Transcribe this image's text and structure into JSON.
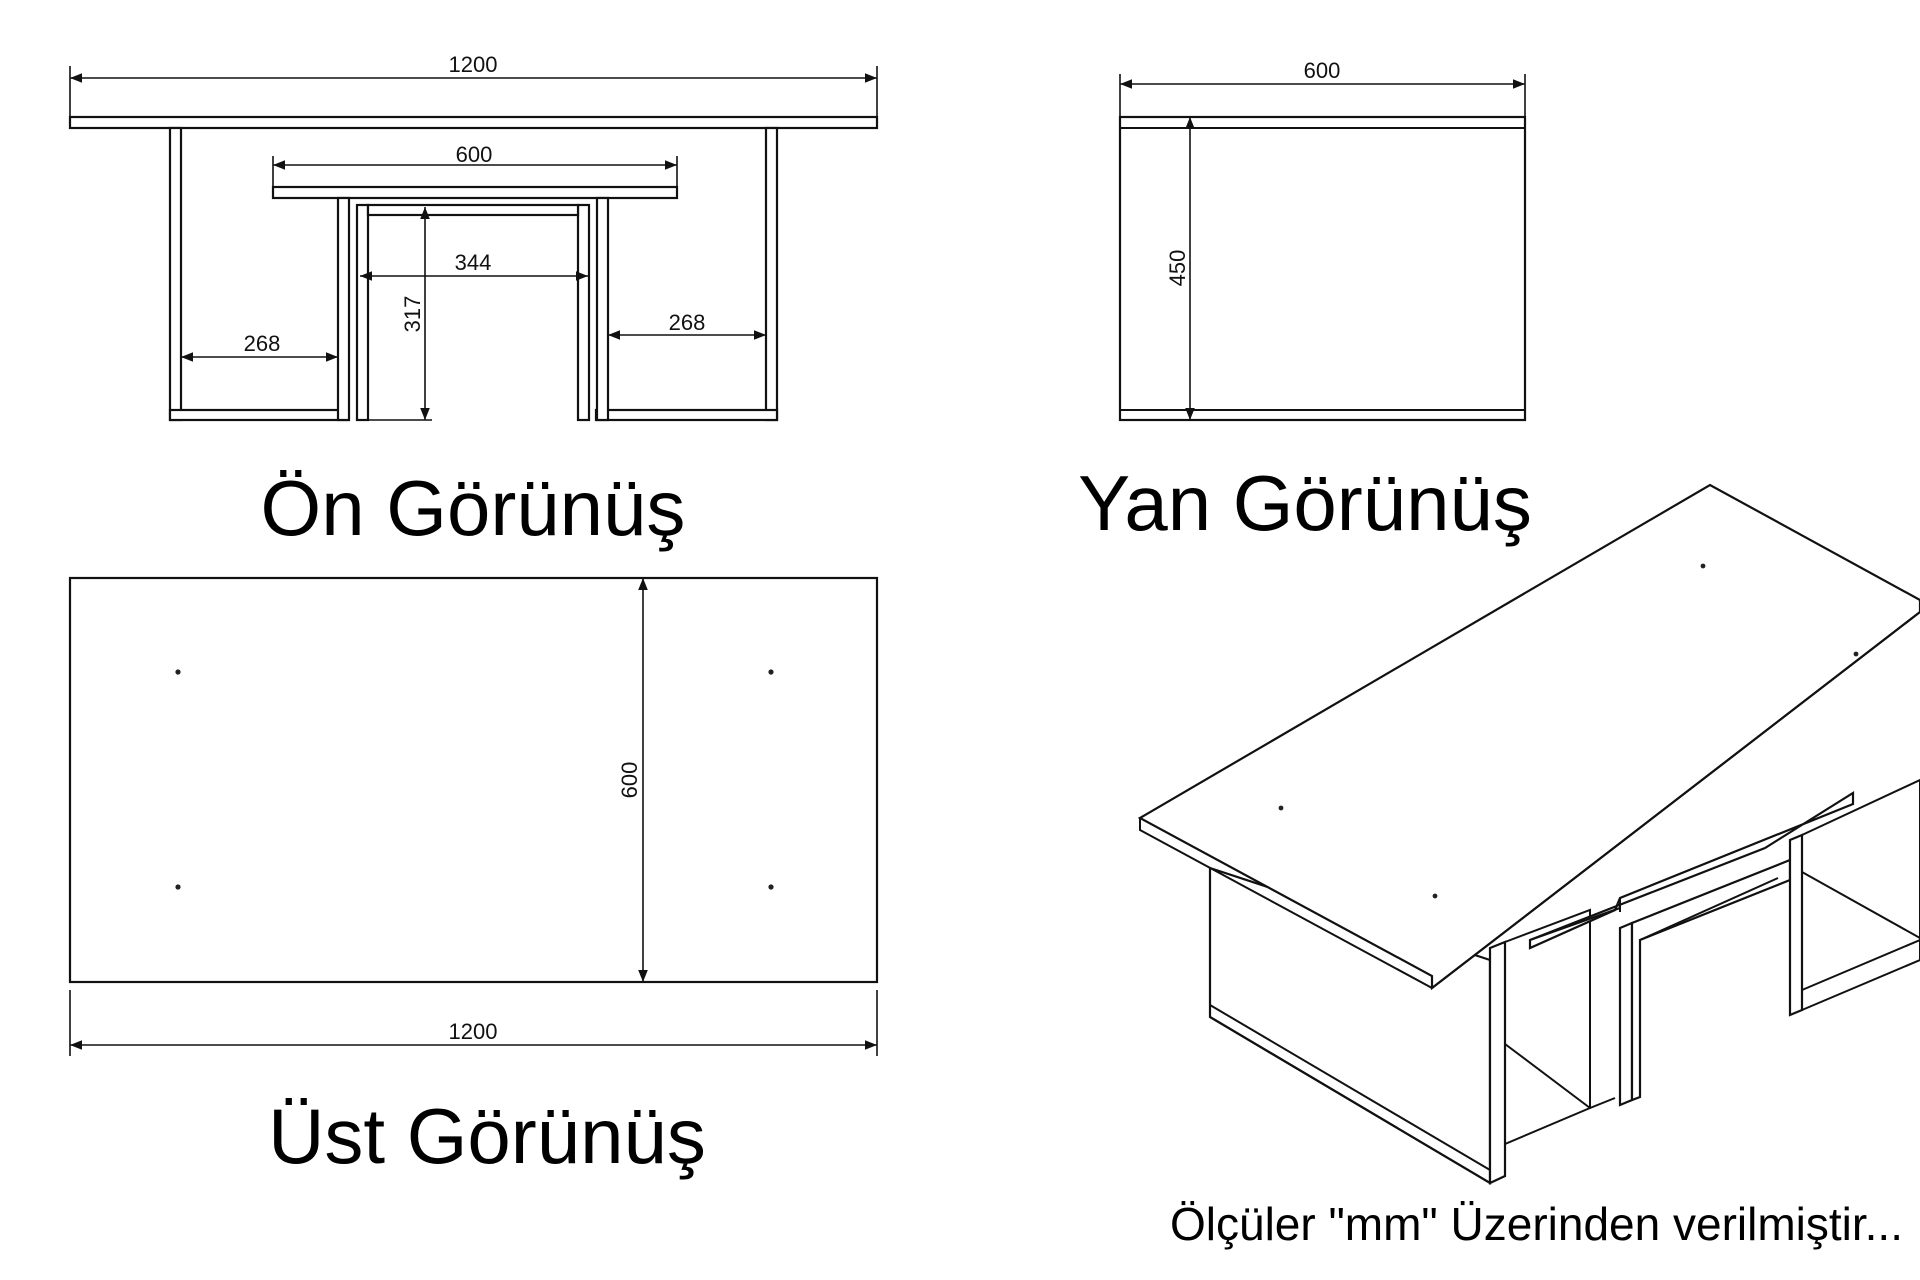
{
  "views": {
    "front": {
      "title": "Ön Görünüş",
      "dims": {
        "overall_width": "1200",
        "top_shelf_width": "600",
        "inner_width": "344",
        "inner_height": "317",
        "left_compartment": "268",
        "right_compartment": "268"
      }
    },
    "side": {
      "title": "Yan Görünüş",
      "dims": {
        "depth": "600",
        "height": "450"
      }
    },
    "top": {
      "title": "Üst Görünüş",
      "dims": {
        "depth": "600",
        "width": "1200"
      }
    },
    "iso": {
      "title": ""
    }
  },
  "note": "Ölçüler \"mm\" Üzerinden verilmiştir..."
}
